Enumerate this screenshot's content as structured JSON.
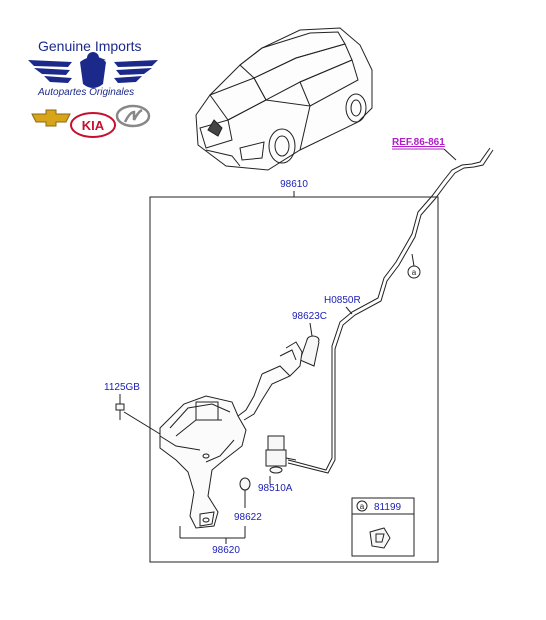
{
  "logo": {
    "title": "Genuine Imports",
    "subtitle": "Autopartes Originales",
    "brands": [
      "chevrolet-logo",
      "kia-logo",
      "hyundai-logo"
    ],
    "brand_texts": {
      "kia": "KIA"
    },
    "color": "#1b2a8a"
  },
  "diagram": {
    "callouts": {
      "assembly": "98610",
      "ref": "REF.86-861",
      "hose": "H0850R",
      "cap": "98623C",
      "bolt": "1125GB",
      "pump": "98510A",
      "grommet": "98622",
      "reservoir": "98620",
      "clip": "81199",
      "circle_a": "a",
      "legend_a": "a"
    },
    "colors": {
      "callout": "#1e22b4",
      "ref": "#b01ec8",
      "line": "#222222"
    }
  }
}
